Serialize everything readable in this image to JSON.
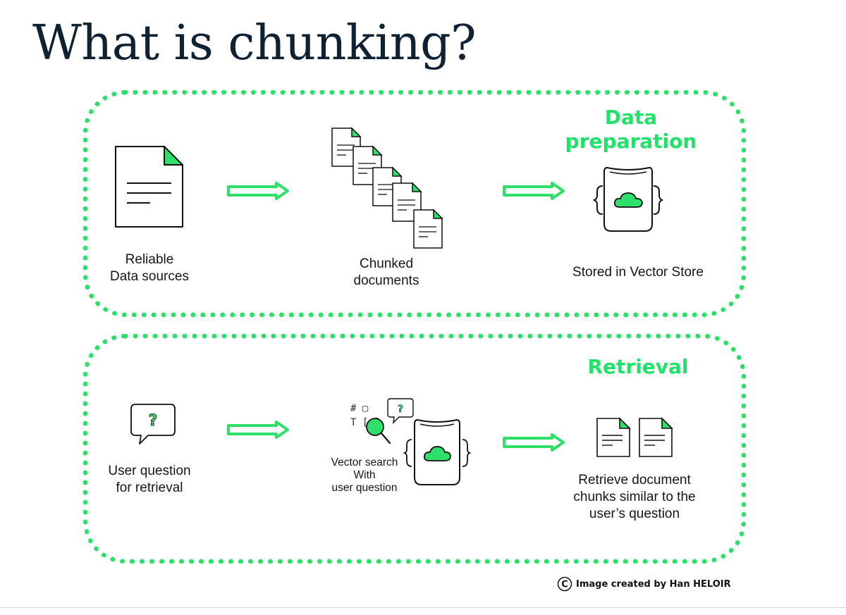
{
  "title": "What is chunking?",
  "sections": {
    "data_preparation": {
      "title_line1": "Data",
      "title_line2": "preparation",
      "steps": [
        {
          "line1": "Reliable",
          "line2": "Data sources"
        },
        {
          "line1": "Chunked",
          "line2": "documents"
        },
        {
          "line1": "Stored in Vector Store"
        }
      ]
    },
    "retrieval": {
      "title": "Retrieval",
      "steps": [
        {
          "line1": "User question",
          "line2": "for retrieval"
        },
        {
          "line1": "Vector search",
          "line2": "With",
          "line3": "user question"
        },
        {
          "line1": "Retrieve document",
          "line2": "chunks similar to the",
          "line3": "user’s question"
        }
      ]
    }
  },
  "icons": {
    "question_mark": "?",
    "search_glyphs_line1": "# ▢",
    "search_glyphs_line2": "T [ ]"
  },
  "credit": {
    "symbol": "C",
    "text": "Image created by Han HELOIR"
  },
  "colors": {
    "accent": "#2ee06a",
    "title": "#0f2233",
    "outline": "#111111"
  }
}
